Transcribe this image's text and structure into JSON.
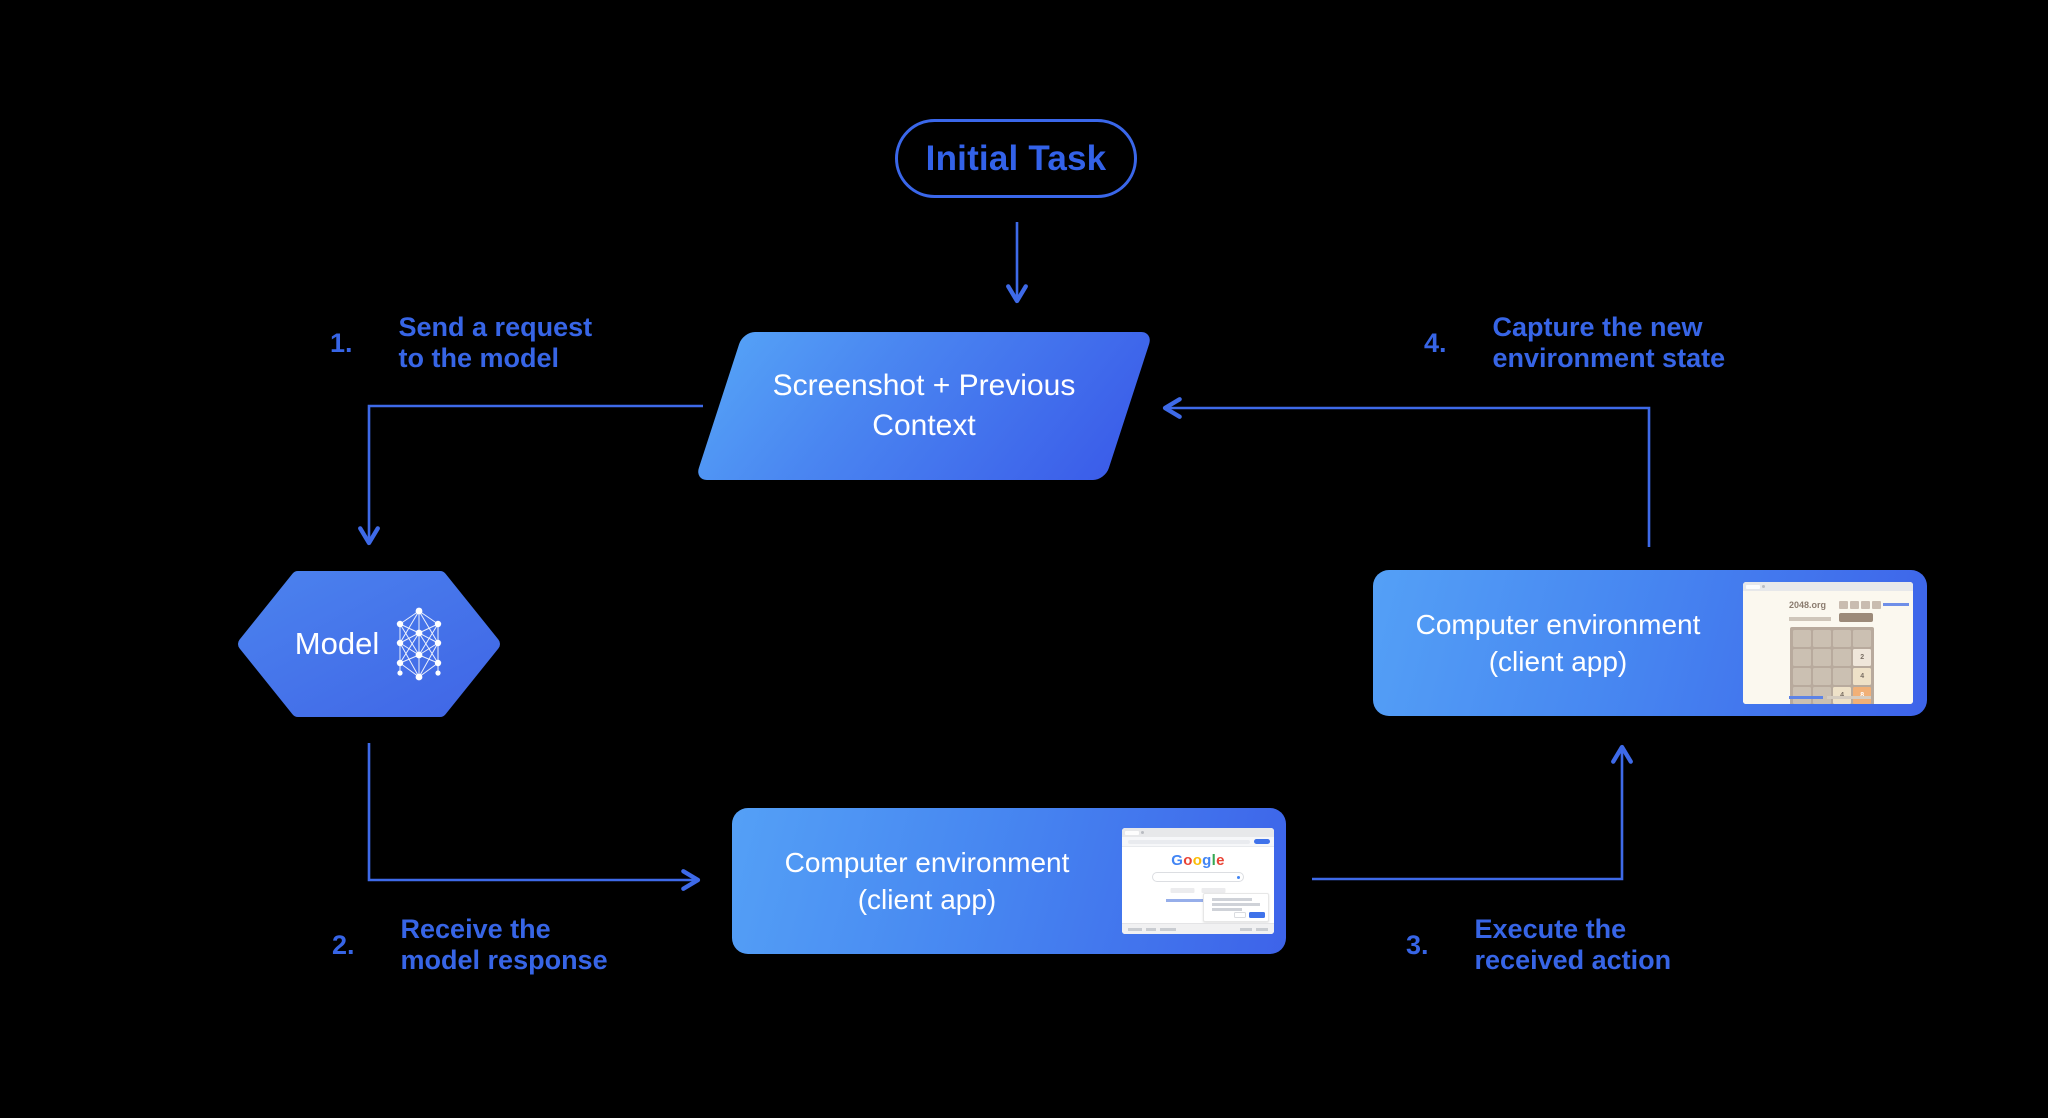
{
  "canvas": {
    "background": "#000000"
  },
  "colors": {
    "wire_blue": "#3e6ae8",
    "label_blue": "#3765e6",
    "pill_blue": "#3362e9",
    "shape_gradient_start": "#54a0f6",
    "shape_gradient_end": "#3b5de9"
  },
  "initial_task": {
    "label": "Initial Task"
  },
  "screenshot_context": {
    "line1": "Screenshot + Previous",
    "line2": "Context"
  },
  "model": {
    "label": "Model"
  },
  "env_right": {
    "line1": "Computer environment",
    "line2": "(client app)"
  },
  "env_bottom": {
    "line1": "Computer environment",
    "line2": "(client app)"
  },
  "steps": [
    {
      "num": "1.",
      "line1": "Send a request",
      "line2": "to the model"
    },
    {
      "num": "2.",
      "line1": "Receive the",
      "line2": "model response"
    },
    {
      "num": "3.",
      "line1": "Execute the",
      "line2": "received action"
    },
    {
      "num": "4.",
      "line1": "Capture the new",
      "line2": "environment state"
    }
  ],
  "thumb_2048": {
    "site": "2048.org",
    "cells": [
      "",
      "",
      "",
      "",
      "",
      "",
      "",
      "2",
      "",
      "",
      "",
      "4",
      "",
      "",
      "4",
      "8"
    ]
  },
  "thumb_google": {
    "letters": [
      {
        "ch": "G",
        "style": "color:#4285f4"
      },
      {
        "ch": "o",
        "style": "color:#ea4335"
      },
      {
        "ch": "o",
        "style": "color:#fbbc05"
      },
      {
        "ch": "g",
        "style": "color:#4285f4"
      },
      {
        "ch": "l",
        "style": "color:#34a853"
      },
      {
        "ch": "e",
        "style": "color:#ea4335"
      }
    ]
  }
}
